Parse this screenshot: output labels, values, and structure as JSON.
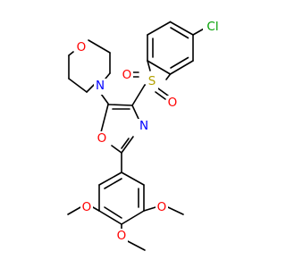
{
  "molecule": {
    "atoms": {
      "cl": {
        "label": "Cl",
        "color": "#00a000"
      },
      "s": {
        "label": "S",
        "color": "#b3a000"
      },
      "o_s_left": {
        "label": "O",
        "color": "#ff0000"
      },
      "o_s_right": {
        "label": "O",
        "color": "#ff0000"
      },
      "n_morph": {
        "label": "N",
        "color": "#0000ff"
      },
      "o_morph": {
        "label": "O",
        "color": "#ff0000"
      },
      "n_oxazole": {
        "label": "N",
        "color": "#0000ff"
      },
      "o_oxazole": {
        "label": "O",
        "color": "#ff0000"
      },
      "o_methoxy_left": {
        "label": "O",
        "color": "#ff0000"
      },
      "o_methoxy_right": {
        "label": "O",
        "color": "#ff0000"
      },
      "o_methoxy_bottom": {
        "label": "O",
        "color": "#ff0000"
      }
    }
  }
}
